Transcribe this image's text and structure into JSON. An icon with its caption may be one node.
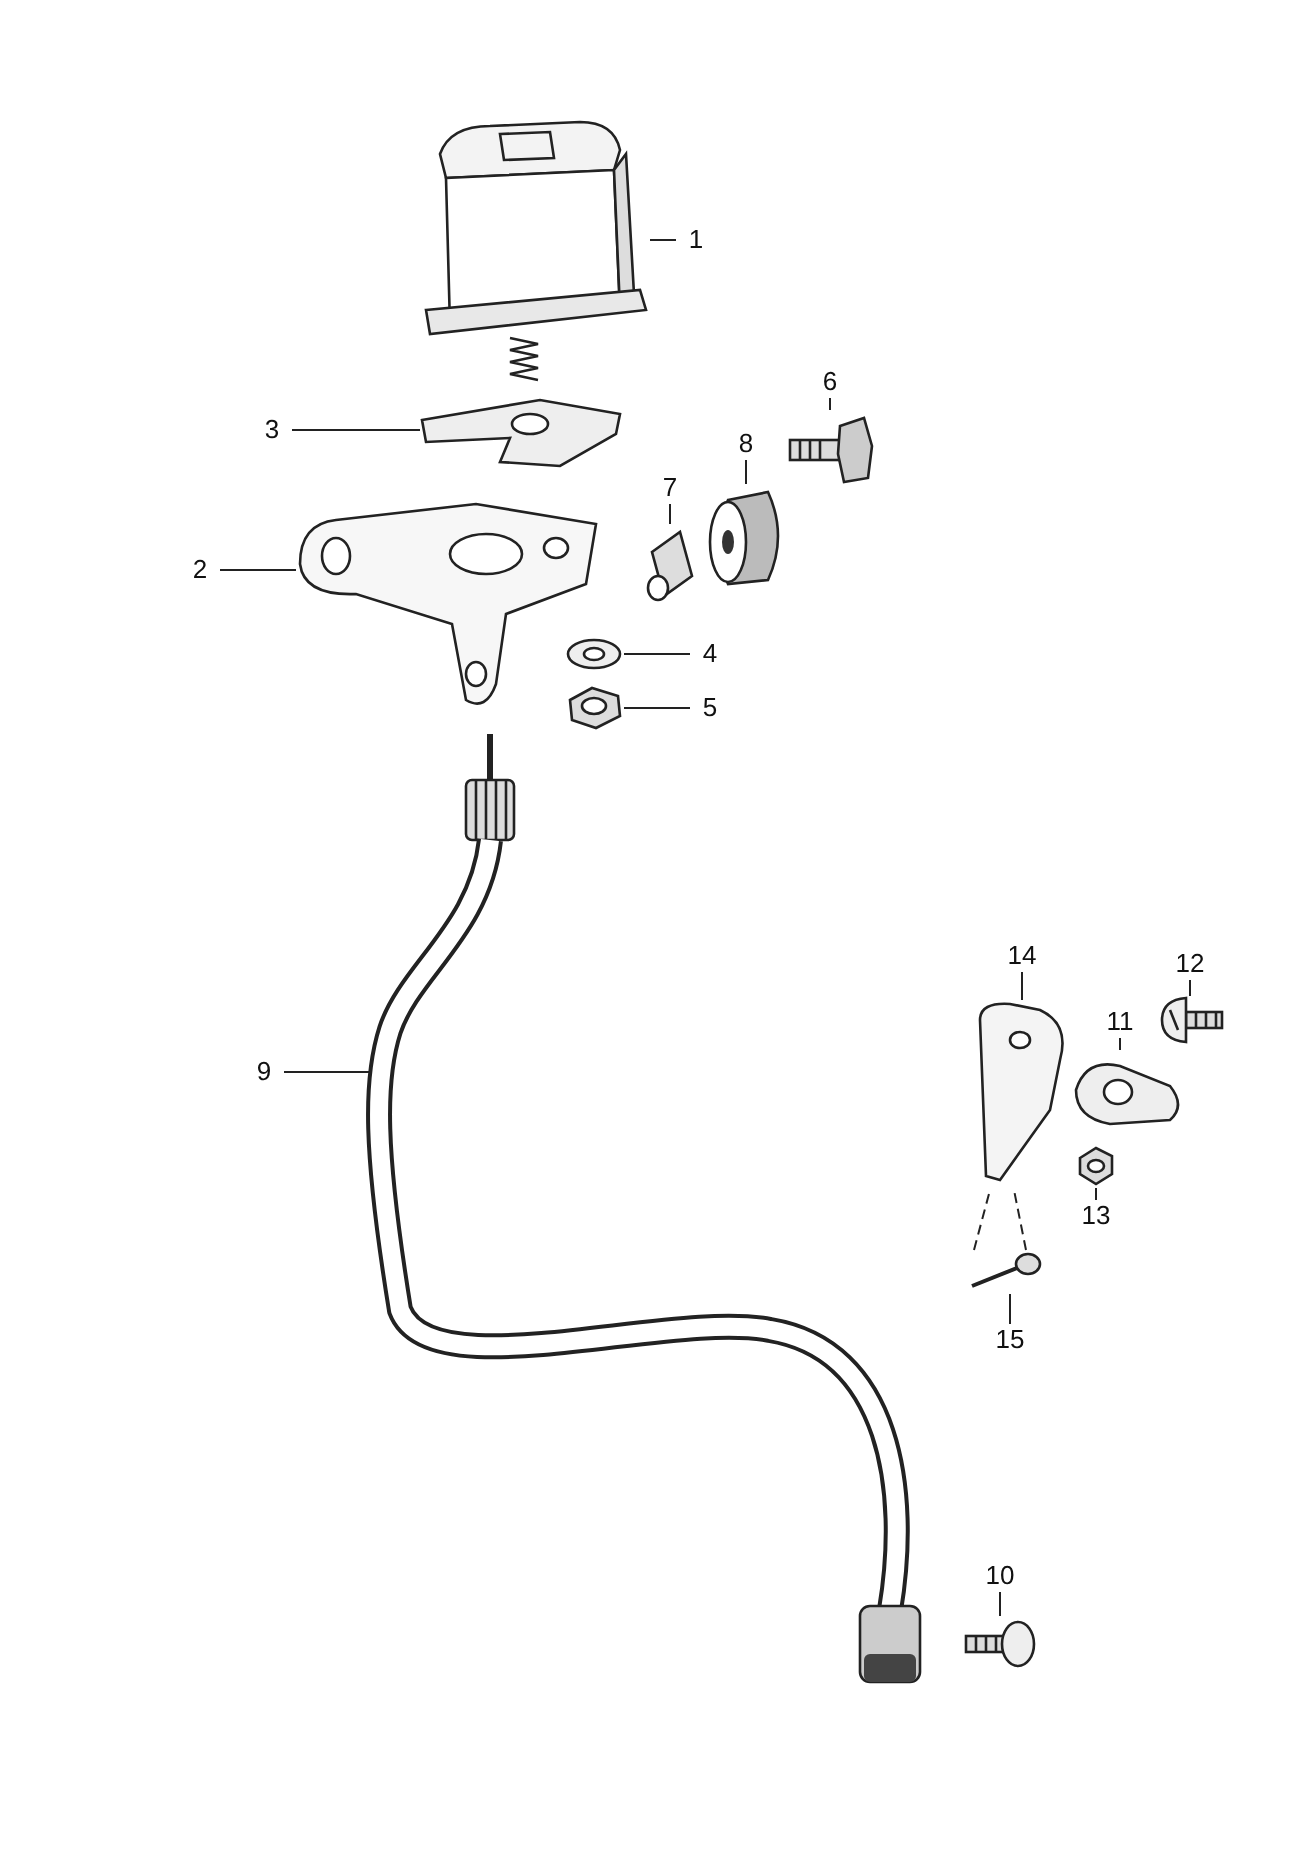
{
  "diagram": {
    "nodes": [
      {
        "text": [
          "1"
        ]
      },
      {
        "text": [
          "6"
        ]
      },
      {
        "text": [
          "3"
        ]
      },
      {
        "text": [
          "8"
        ]
      },
      {
        "text": [
          "7"
        ]
      },
      {
        "text": [
          "2"
        ]
      },
      {
        "text": [
          "4"
        ]
      },
      {
        "text": [
          "5"
        ]
      },
      {
        "text": [
          "14"
        ]
      },
      {
        "text": [
          "12"
        ]
      },
      {
        "text": [
          "11"
        ]
      },
      {
        "text": [
          "9"
        ]
      },
      {
        "text": [
          "13"
        ]
      },
      {
        "text": [
          "15"
        ]
      },
      {
        "text": [
          "10"
        ]
      },
      {
        "text": [],
        "shape": "picture"
      },
      {
        "text": [],
        "shape": "picture"
      },
      {
        "text": [],
        "shape": "picture"
      },
      {
        "text": [],
        "shape": "picture"
      },
      {
        "text": [],
        "shape": "picture"
      },
      {
        "text": [],
        "shape": "picture"
      },
      {
        "text": [],
        "shape": "picture"
      },
      {
        "text": [],
        "shape": "picture"
      },
      {
        "text": [],
        "shape": "picture"
      },
      {
        "text": [],
        "shape": "picture"
      },
      {
        "text": [],
        "shape": "picture"
      },
      {
        "text": [],
        "shape": "picture"
      },
      {
        "text": [],
        "shape": "picture"
      },
      {
        "text": [],
        "shape": "picture"
      },
      {
        "text": [],
        "shape": "picture"
      }
    ],
    "edges": [
      {
        "from": 0,
        "to": 15,
        "arrow": "none"
      },
      {
        "from": 1,
        "to": 18,
        "arrow": "none"
      },
      {
        "from": 2,
        "to": 16,
        "arrow": "none"
      },
      {
        "from": 3,
        "to": 19,
        "arrow": "none"
      },
      {
        "from": 4,
        "to": 20,
        "arrow": "none"
      },
      {
        "from": 5,
        "to": 17,
        "arrow": "none"
      },
      {
        "from": 6,
        "to": 21,
        "arrow": "none"
      },
      {
        "from": 7,
        "to": 22,
        "arrow": "none"
      },
      {
        "from": 8,
        "to": 24,
        "arrow": "none"
      },
      {
        "from": 9,
        "to": 25,
        "arrow": "none"
      },
      {
        "from": 10,
        "to": 26,
        "arrow": "none"
      },
      {
        "from": 11,
        "to": 23,
        "arrow": "none"
      },
      {
        "from": 12,
        "to": 27,
        "arrow": "none"
      },
      {
        "from": 13,
        "to": 28,
        "arrow": "none"
      },
      {
        "from": 14,
        "to": 29,
        "arrow": "none"
      },
      {
        "from": 28,
        "to": 24,
        "arrow": "none",
        "style": "dashed"
      },
      {
        "from": 28,
        "to": 24,
        "arrow": "none",
        "style": "dashed"
      }
    ]
  }
}
